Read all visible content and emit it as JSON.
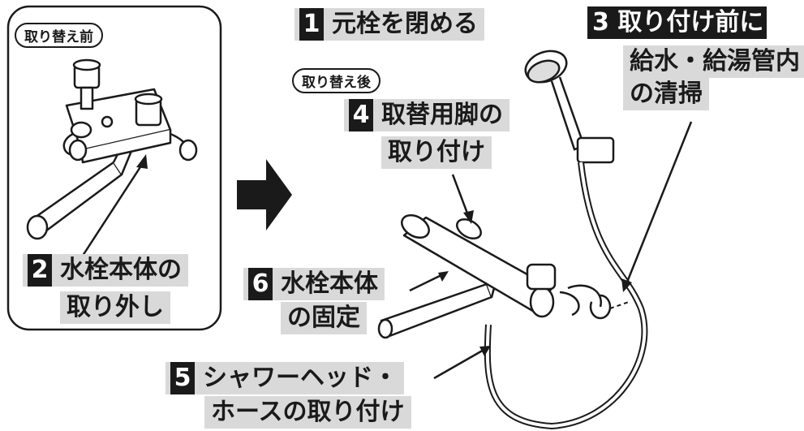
{
  "before_panel": {
    "tag": "取り替え前"
  },
  "after_tag": "取り替え後",
  "steps": [
    {
      "num": "1",
      "line1": "元栓を閉める",
      "line2": ""
    },
    {
      "num": "2",
      "line1": "水栓本体の",
      "line2": "取り外し"
    },
    {
      "num": "3",
      "line1": "取り付け前に",
      "line2": "給水・給湯管内",
      "line3": "の清掃"
    },
    {
      "num": "4",
      "line1": "取替用脚の",
      "line2": "取り付け"
    },
    {
      "num": "5",
      "line1": "シャワーヘッド・",
      "line2": "ホースの取り付け"
    },
    {
      "num": "6",
      "line1": "水栓本体",
      "line2": "の固定"
    }
  ],
  "colors": {
    "label_bg": "#d9d9d9",
    "number_bg": "#1a1a1a",
    "ink": "#1a1a1a"
  },
  "icons": [
    "right-arrow-icon"
  ]
}
